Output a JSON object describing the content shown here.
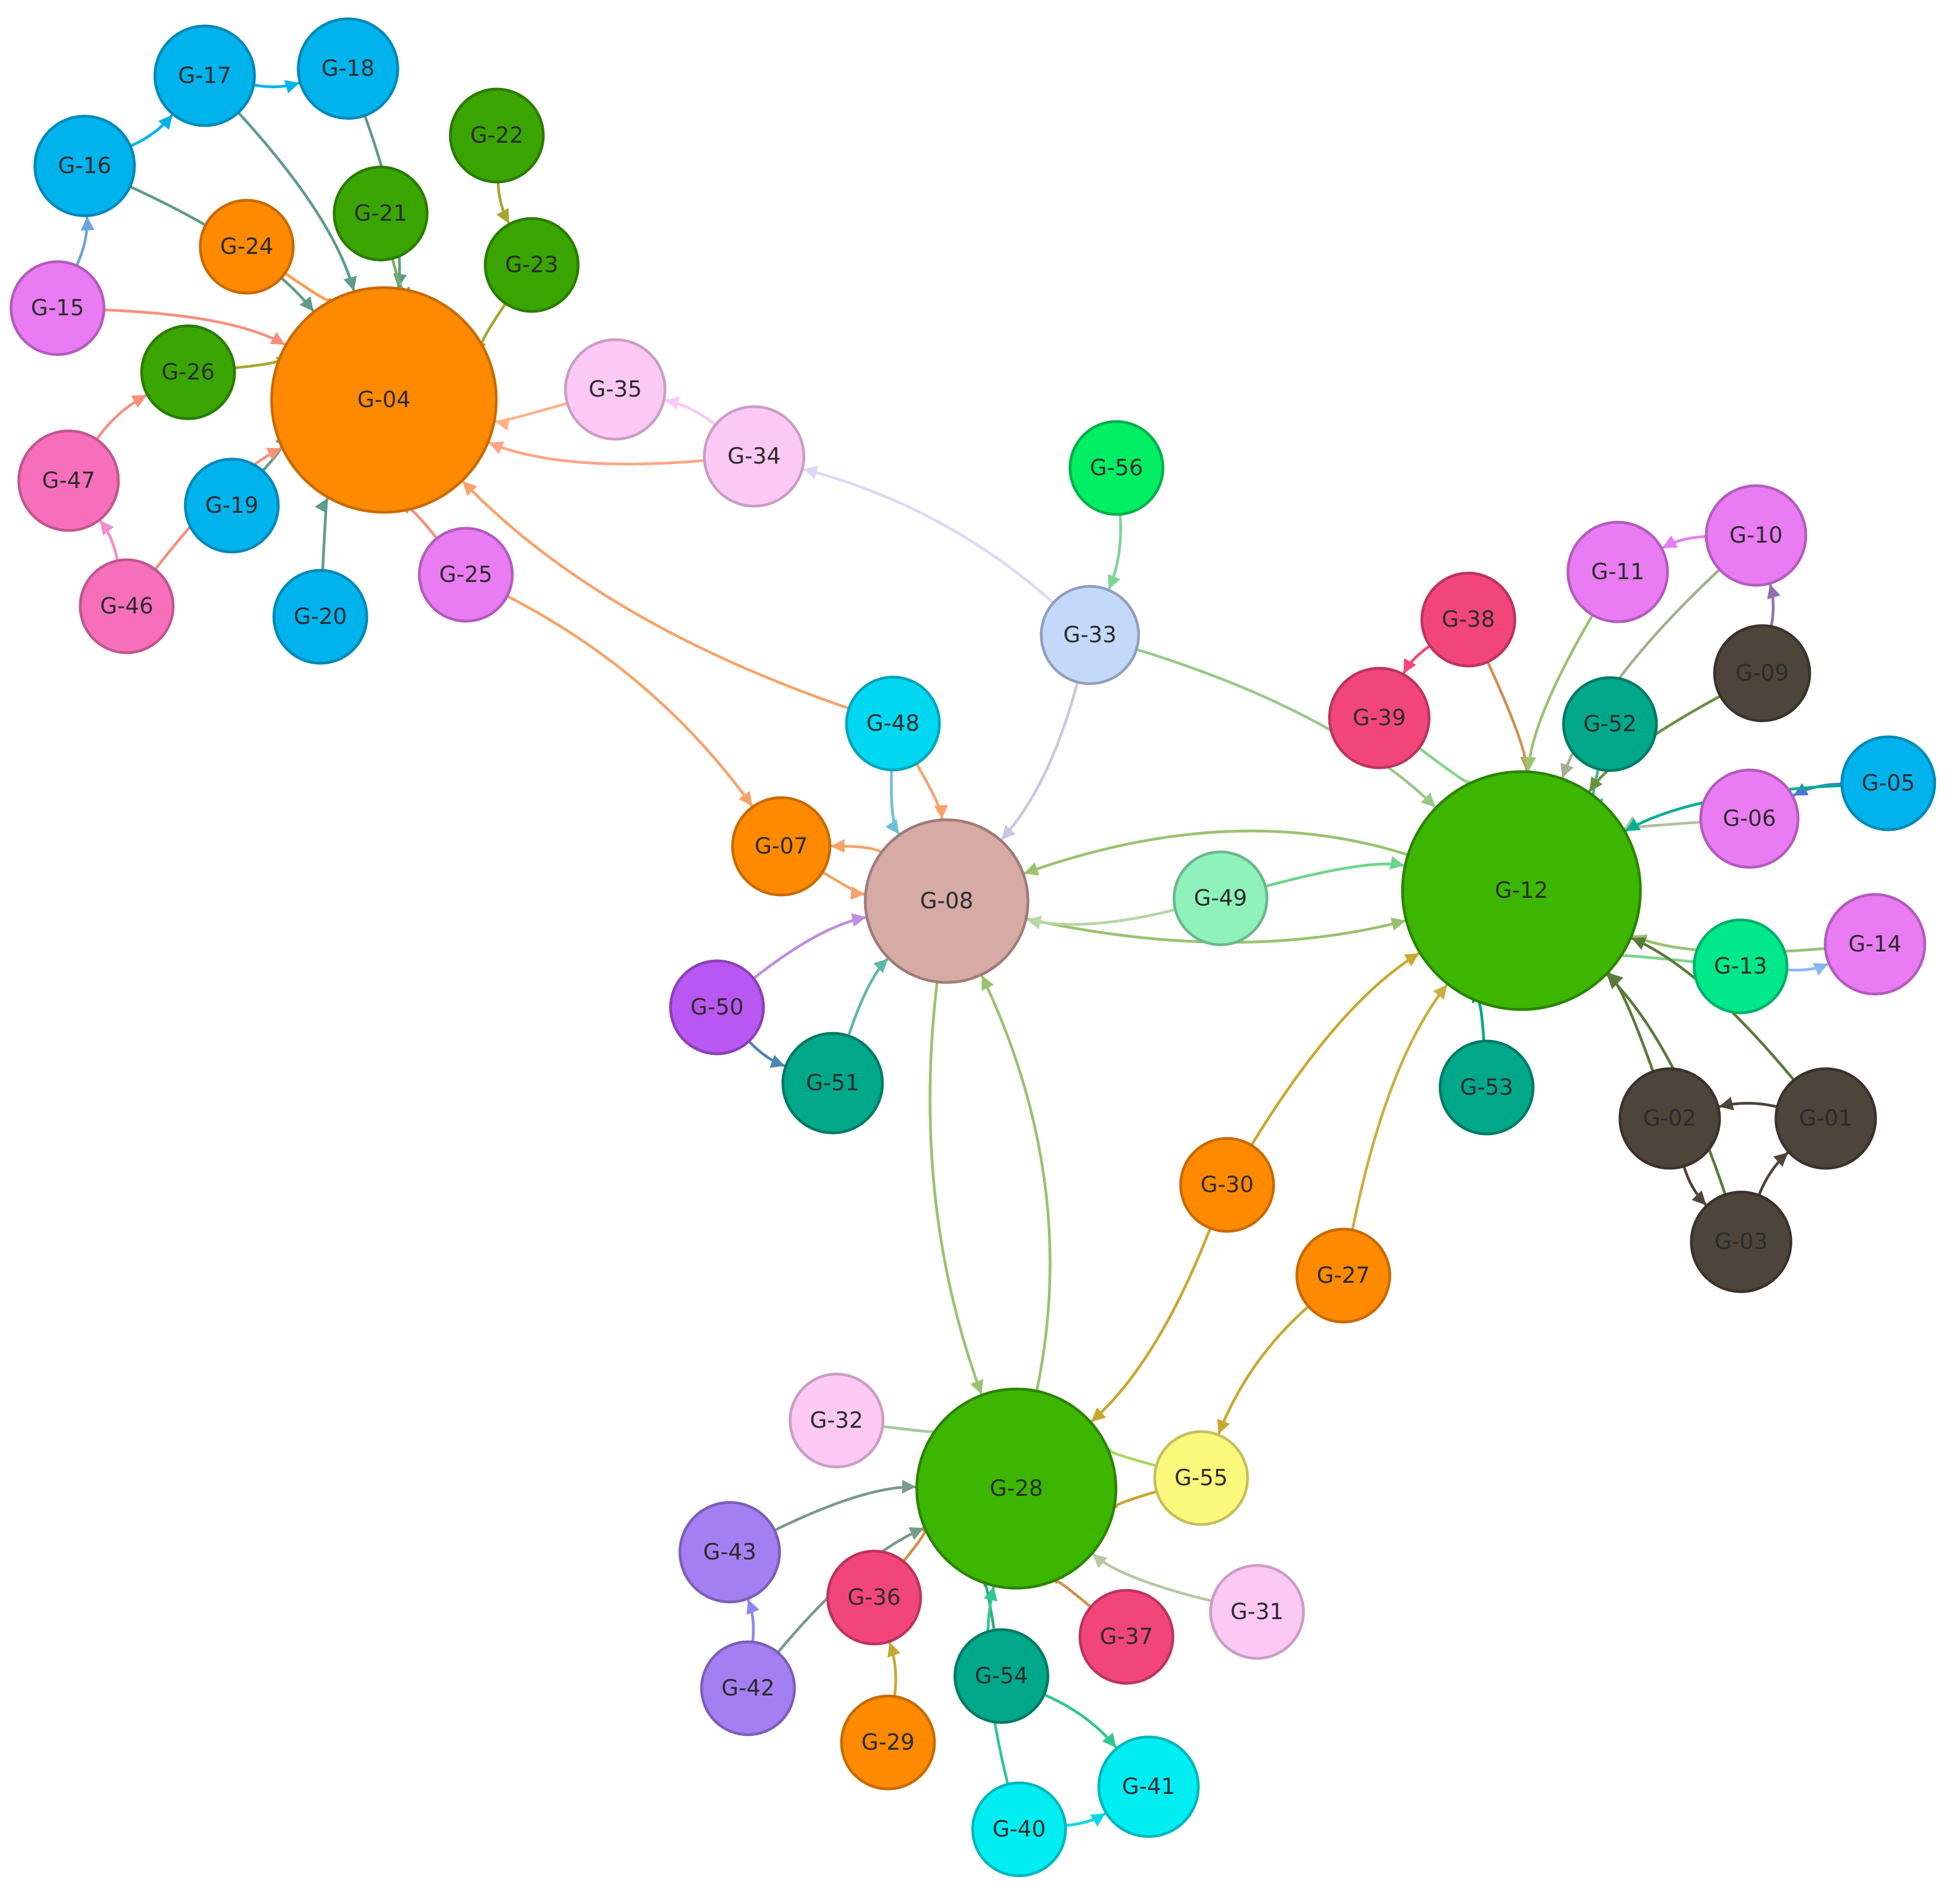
{
  "diagram": {
    "nodes": [
      {
        "id": "G-01",
        "label": "G-01",
        "color": "#4d443a",
        "stroke": "#3a332c"
      },
      {
        "id": "G-02",
        "label": "G-02",
        "color": "#4d443a",
        "stroke": "#3a332c"
      },
      {
        "id": "G-03",
        "label": "G-03",
        "color": "#4d443a",
        "stroke": "#3a332c"
      },
      {
        "id": "G-04",
        "label": "G-04",
        "color": "#ff8a00",
        "stroke": "#c96a00"
      },
      {
        "id": "G-05",
        "label": "G-05",
        "color": "#00b3ec",
        "stroke": "#0089b8"
      },
      {
        "id": "G-06",
        "label": "G-06",
        "color": "#e97cf2",
        "stroke": "#b35cbd"
      },
      {
        "id": "G-07",
        "label": "G-07",
        "color": "#ff8a00",
        "stroke": "#c96a00"
      },
      {
        "id": "G-08",
        "label": "G-08",
        "color": "#d6aaa5",
        "stroke": "#a07c78"
      },
      {
        "id": "G-09",
        "label": "G-09",
        "color": "#4d443a",
        "stroke": "#3a332c"
      },
      {
        "id": "G-10",
        "label": "G-10",
        "color": "#e97cf2",
        "stroke": "#b35cbd"
      },
      {
        "id": "G-11",
        "label": "G-11",
        "color": "#e97cf2",
        "stroke": "#b35cbd"
      },
      {
        "id": "G-12",
        "label": "G-12",
        "color": "#3cb600",
        "stroke": "#2b8500"
      },
      {
        "id": "G-13",
        "label": "G-13",
        "color": "#00e889",
        "stroke": "#00b069"
      },
      {
        "id": "G-14",
        "label": "G-14",
        "color": "#e97cf2",
        "stroke": "#b35cbd"
      },
      {
        "id": "G-15",
        "label": "G-15",
        "color": "#e97cf2",
        "stroke": "#b35cbd"
      },
      {
        "id": "G-16",
        "label": "G-16",
        "color": "#00b3ec",
        "stroke": "#0089b8"
      },
      {
        "id": "G-17",
        "label": "G-17",
        "color": "#00b3ec",
        "stroke": "#0089b8"
      },
      {
        "id": "G-18",
        "label": "G-18",
        "color": "#00b3ec",
        "stroke": "#0089b8"
      },
      {
        "id": "G-19",
        "label": "G-19",
        "color": "#00b3ec",
        "stroke": "#0089b8"
      },
      {
        "id": "G-20",
        "label": "G-20",
        "color": "#00b3ec",
        "stroke": "#0089b8"
      },
      {
        "id": "G-21",
        "label": "G-21",
        "color": "#3aa500",
        "stroke": "#2a7c00"
      },
      {
        "id": "G-22",
        "label": "G-22",
        "color": "#3aa500",
        "stroke": "#2a7c00"
      },
      {
        "id": "G-23",
        "label": "G-23",
        "color": "#3aa500",
        "stroke": "#2a7c00"
      },
      {
        "id": "G-24",
        "label": "G-24",
        "color": "#ff8a00",
        "stroke": "#c96a00"
      },
      {
        "id": "G-25",
        "label": "G-25",
        "color": "#e97cf2",
        "stroke": "#b35cbd"
      },
      {
        "id": "G-26",
        "label": "G-26",
        "color": "#3aa500",
        "stroke": "#2a7c00"
      },
      {
        "id": "G-27",
        "label": "G-27",
        "color": "#ff8a00",
        "stroke": "#c96a00"
      },
      {
        "id": "G-28",
        "label": "G-28",
        "color": "#3cb600",
        "stroke": "#2b8500"
      },
      {
        "id": "G-29",
        "label": "G-29",
        "color": "#ff8a00",
        "stroke": "#c96a00"
      },
      {
        "id": "G-30",
        "label": "G-30",
        "color": "#ff8a00",
        "stroke": "#c96a00"
      },
      {
        "id": "G-31",
        "label": "G-31",
        "color": "#fcc8f4",
        "stroke": "#c99fc3"
      },
      {
        "id": "G-32",
        "label": "G-32",
        "color": "#fcc8f4",
        "stroke": "#c99fc3"
      },
      {
        "id": "G-33",
        "label": "G-33",
        "color": "#c4d8fa",
        "stroke": "#919fba"
      },
      {
        "id": "G-34",
        "label": "G-34",
        "color": "#fcc8f4",
        "stroke": "#c99fc3"
      },
      {
        "id": "G-35",
        "label": "G-35",
        "color": "#fcc8f4",
        "stroke": "#c99fc3"
      },
      {
        "id": "G-36",
        "label": "G-36",
        "color": "#f2467b",
        "stroke": "#bd345e"
      },
      {
        "id": "G-37",
        "label": "G-37",
        "color": "#f2467b",
        "stroke": "#bd345e"
      },
      {
        "id": "G-38",
        "label": "G-38",
        "color": "#f2467b",
        "stroke": "#bd345e"
      },
      {
        "id": "G-39",
        "label": "G-39",
        "color": "#f2467b",
        "stroke": "#bd345e"
      },
      {
        "id": "G-40",
        "label": "G-40",
        "color": "#00eef2",
        "stroke": "#00b7ba"
      },
      {
        "id": "G-41",
        "label": "G-41",
        "color": "#00eef2",
        "stroke": "#00b7ba"
      },
      {
        "id": "G-42",
        "label": "G-42",
        "color": "#a47ff2",
        "stroke": "#7c5fba"
      },
      {
        "id": "G-43",
        "label": "G-43",
        "color": "#a47ff2",
        "stroke": "#7c5fba"
      },
      {
        "id": "G-46",
        "label": "G-46",
        "color": "#f76fba",
        "stroke": "#c2568f"
      },
      {
        "id": "G-47",
        "label": "G-47",
        "color": "#f76fba",
        "stroke": "#c2568f"
      },
      {
        "id": "G-48",
        "label": "G-48",
        "color": "#00d8f2",
        "stroke": "#00a5ba"
      },
      {
        "id": "G-49",
        "label": "G-49",
        "color": "#8ef2ba",
        "stroke": "#6bb88c"
      },
      {
        "id": "G-50",
        "label": "G-50",
        "color": "#b857f2",
        "stroke": "#8b41b8"
      },
      {
        "id": "G-51",
        "label": "G-51",
        "color": "#00a88a",
        "stroke": "#007a64"
      },
      {
        "id": "G-52",
        "label": "G-52",
        "color": "#00a88a",
        "stroke": "#007a64"
      },
      {
        "id": "G-53",
        "label": "G-53",
        "color": "#00a88a",
        "stroke": "#007a64"
      },
      {
        "id": "G-54",
        "label": "G-54",
        "color": "#00a88a",
        "stroke": "#007a64"
      },
      {
        "id": "G-55",
        "label": "G-55",
        "color": "#fcf87c",
        "stroke": "#c4c05e"
      },
      {
        "id": "G-56",
        "label": "G-56",
        "color": "#00ee64",
        "stroke": "#00b04a"
      }
    ],
    "edges": [
      {
        "from": "G-16",
        "to": "G-17",
        "color": "#00b3ec"
      },
      {
        "from": "G-17",
        "to": "G-18",
        "color": "#00b3ec"
      },
      {
        "from": "G-15",
        "to": "G-16",
        "color": "#6aa6dd"
      },
      {
        "from": "G-17",
        "to": "G-04",
        "color": "#5f9c8a"
      },
      {
        "from": "G-18",
        "to": "G-04",
        "color": "#5f9c8a"
      },
      {
        "from": "G-16",
        "to": "G-04",
        "color": "#5f9c8a"
      },
      {
        "from": "G-21",
        "to": "G-04",
        "color": "#7cae5c"
      },
      {
        "from": "G-22",
        "to": "G-23",
        "color": "#a5a830"
      },
      {
        "from": "G-23",
        "to": "G-04",
        "color": "#a5a830"
      },
      {
        "from": "G-24",
        "to": "G-04",
        "color": "#ff9a50"
      },
      {
        "from": "G-15",
        "to": "G-04",
        "color": "#f7907c"
      },
      {
        "from": "G-26",
        "to": "G-04",
        "color": "#a5a830"
      },
      {
        "from": "G-47",
        "to": "G-26",
        "color": "#f7907c"
      },
      {
        "from": "G-19",
        "to": "G-04",
        "color": "#5f9c8a"
      },
      {
        "from": "G-46",
        "to": "G-04",
        "color": "#f7907c"
      },
      {
        "from": "G-46",
        "to": "G-47",
        "color": "#f58ccf"
      },
      {
        "from": "G-20",
        "to": "G-04",
        "color": "#5f9c8a"
      },
      {
        "from": "G-25",
        "to": "G-04",
        "color": "#f7907c"
      },
      {
        "from": "G-35",
        "to": "G-04",
        "color": "#ffb28a"
      },
      {
        "from": "G-34",
        "to": "G-35",
        "color": "#fcc8f4"
      },
      {
        "from": "G-34",
        "to": "G-04",
        "color": "#ffa585"
      },
      {
        "from": "G-48",
        "to": "G-04",
        "color": "#f7a36a"
      },
      {
        "from": "G-25",
        "to": "G-07",
        "color": "#f7a36a"
      },
      {
        "from": "G-33",
        "to": "G-34",
        "color": "#ddd8f5"
      },
      {
        "from": "G-56",
        "to": "G-33",
        "color": "#7bd69a"
      },
      {
        "from": "G-33",
        "to": "G-08",
        "color": "#c8c8e0"
      },
      {
        "from": "G-33",
        "to": "G-12",
        "color": "#9ac98a"
      },
      {
        "from": "G-48",
        "to": "G-08",
        "color": "#f7a36a"
      },
      {
        "from": "G-48",
        "to": "G-08",
        "color": "#6ac2d6"
      },
      {
        "from": "G-07",
        "to": "G-08",
        "color": "#f7a36a"
      },
      {
        "from": "G-08",
        "to": "G-07",
        "color": "#f7a36a"
      },
      {
        "from": "G-50",
        "to": "G-08",
        "color": "#c08de0"
      },
      {
        "from": "G-50",
        "to": "G-51",
        "color": "#4d86b5"
      },
      {
        "from": "G-51",
        "to": "G-08",
        "color": "#5cb8a8"
      },
      {
        "from": "G-08",
        "to": "G-12",
        "color": "#9ac270"
      },
      {
        "from": "G-12",
        "to": "G-08",
        "color": "#9ac270"
      },
      {
        "from": "G-49",
        "to": "G-08",
        "color": "#b5d6a5"
      },
      {
        "from": "G-49",
        "to": "G-12",
        "color": "#6cd68a"
      },
      {
        "from": "G-08",
        "to": "G-28",
        "color": "#9ac270"
      },
      {
        "from": "G-28",
        "to": "G-08",
        "color": "#9ac270"
      },
      {
        "from": "G-38",
        "to": "G-39",
        "color": "#f2467b"
      },
      {
        "from": "G-39",
        "to": "G-12",
        "color": "#86d48a"
      },
      {
        "from": "G-38",
        "to": "G-12",
        "color": "#d09050"
      },
      {
        "from": "G-52",
        "to": "G-12",
        "color": "#40b890"
      },
      {
        "from": "G-11",
        "to": "G-12",
        "color": "#9ac270"
      },
      {
        "from": "G-10",
        "to": "G-11",
        "color": "#e97cf2"
      },
      {
        "from": "G-09",
        "to": "G-10",
        "color": "#9070b0"
      },
      {
        "from": "G-10",
        "to": "G-12",
        "color": "#a5b090"
      },
      {
        "from": "G-09",
        "to": "G-12",
        "color": "#6a9040"
      },
      {
        "from": "G-06",
        "to": "G-12",
        "color": "#b0c0a0"
      },
      {
        "from": "G-05",
        "to": "G-06",
        "color": "#4a78d0"
      },
      {
        "from": "G-05",
        "to": "G-12",
        "color": "#00b090"
      },
      {
        "from": "G-13",
        "to": "G-14",
        "color": "#8ab8f0"
      },
      {
        "from": "G-14",
        "to": "G-12",
        "color": "#9ac270"
      },
      {
        "from": "G-13",
        "to": "G-12",
        "color": "#7cd490"
      },
      {
        "from": "G-53",
        "to": "G-12",
        "color": "#00a88a"
      },
      {
        "from": "G-02",
        "to": "G-12",
        "color": "#5a7a3a"
      },
      {
        "from": "G-01",
        "to": "G-12",
        "color": "#5a7a3a"
      },
      {
        "from": "G-03",
        "to": "G-12",
        "color": "#5a7a3a"
      },
      {
        "from": "G-01",
        "to": "G-02",
        "color": "#4d443a"
      },
      {
        "from": "G-02",
        "to": "G-03",
        "color": "#4d443a"
      },
      {
        "from": "G-03",
        "to": "G-01",
        "color": "#4d443a"
      },
      {
        "from": "G-30",
        "to": "G-12",
        "color": "#c9a830"
      },
      {
        "from": "G-30",
        "to": "G-28",
        "color": "#c9a830"
      },
      {
        "from": "G-27",
        "to": "G-12",
        "color": "#c9b040"
      },
      {
        "from": "G-27",
        "to": "G-55",
        "color": "#c9a830"
      },
      {
        "from": "G-55",
        "to": "G-28",
        "color": "#c9a830"
      },
      {
        "from": "G-55",
        "to": "G-28",
        "color": "#a8d860"
      },
      {
        "from": "G-32",
        "to": "G-28",
        "color": "#a8c8a0"
      },
      {
        "from": "G-43",
        "to": "G-28",
        "color": "#7a9a8a"
      },
      {
        "from": "G-42",
        "to": "G-43",
        "color": "#8a8af0"
      },
      {
        "from": "G-42",
        "to": "G-28",
        "color": "#7a9a8a"
      },
      {
        "from": "G-36",
        "to": "G-28",
        "color": "#d0904a"
      },
      {
        "from": "G-29",
        "to": "G-36",
        "color": "#c9a830"
      },
      {
        "from": "G-37",
        "to": "G-28",
        "color": "#d0904a"
      },
      {
        "from": "G-31",
        "to": "G-28",
        "color": "#b8c8a0"
      },
      {
        "from": "G-54",
        "to": "G-28",
        "color": "#30a878"
      },
      {
        "from": "G-54",
        "to": "G-41",
        "color": "#30c890"
      },
      {
        "from": "G-40",
        "to": "G-41",
        "color": "#00d8e8"
      },
      {
        "from": "G-40",
        "to": "G-28",
        "color": "#30c890"
      }
    ]
  }
}
